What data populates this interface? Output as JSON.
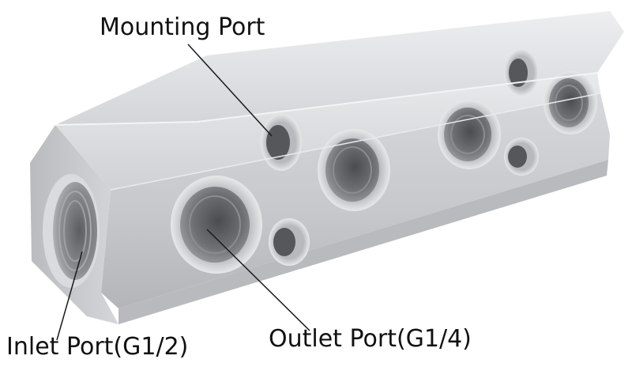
{
  "labels": {
    "mounting_port": "Mounting Port",
    "outlet_port": "Outlet Port(G1/4)",
    "inlet_port": "Inlet Port(G1/2)"
  },
  "colors": {
    "background": "#ffffff",
    "metal_light": "#e4e6e8",
    "metal_mid": "#c9cbce",
    "metal_dark": "#8e9094",
    "text": "#111111"
  }
}
